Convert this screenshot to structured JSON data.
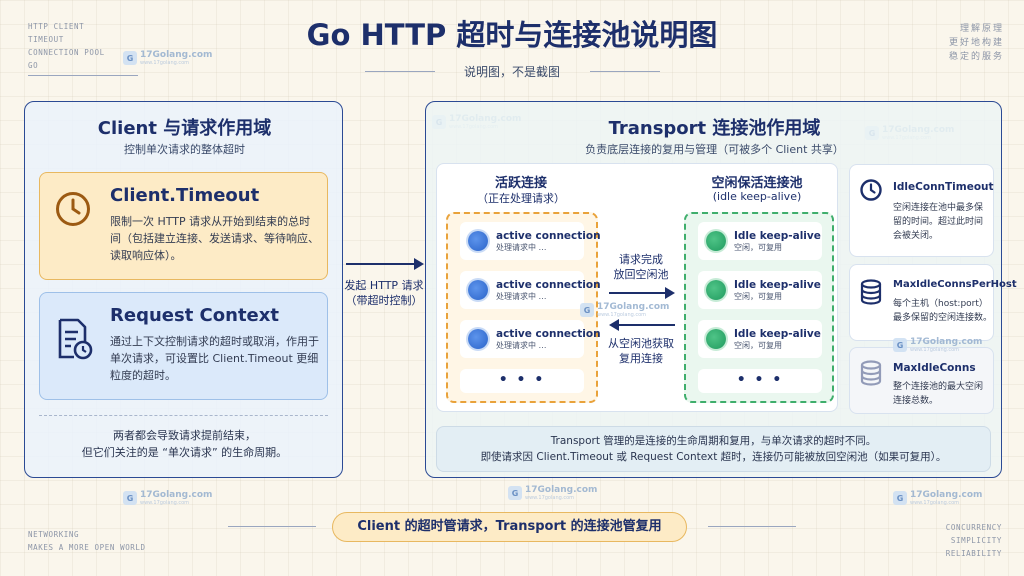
{
  "header": {
    "title": "Go HTTP 超时与连接池说明图",
    "subtitle": "说明图，不是截图",
    "corner_top_left": [
      "HTTP CLIENT",
      "TIMEOUT",
      "CONNECTION POOL",
      "GO"
    ],
    "corner_top_right": [
      "理解原理",
      "更好地构建",
      "稳定的服务"
    ]
  },
  "watermark": {
    "text": "17Golang.com",
    "subtext": "www.17golang.com"
  },
  "client_panel": {
    "title": "Client 与请求作用域",
    "subtitle": "控制单次请求的整体超时",
    "timeout_card": {
      "title": "Client.Timeout",
      "desc": "限制一次 HTTP 请求从开始到结束的总时间（包括建立连接、发送请求、等待响应、读取响应体）。",
      "icon": "clock-icon"
    },
    "context_card": {
      "title": "Request Context",
      "desc": "通过上下文控制请求的超时或取消，作用于单次请求，可设置比 Client.Timeout 更细粒度的超时。",
      "icon": "document-clock-icon"
    },
    "footer_line1": "两者都会导致请求提前结束，",
    "footer_line2": "但它们关注的是 “单次请求” 的生命周期。"
  },
  "between_arrow": {
    "line1": "发起 HTTP 请求",
    "line2": "（带超时控制）"
  },
  "transport_panel": {
    "title": "Transport 连接池作用域",
    "subtitle": "负责底层连接的复用与管理（可被多个 Client 共享）",
    "active": {
      "title": "活跃连接",
      "subtitle": "（正在处理请求）",
      "items": [
        {
          "title": "active connection",
          "sub": "处理请求中 …"
        },
        {
          "title": "active connection",
          "sub": "处理请求中 …"
        },
        {
          "title": "active connection",
          "sub": "处理请求中 …"
        }
      ],
      "more": "• • •"
    },
    "idle": {
      "title": "空闲保活连接池",
      "subtitle": "(idle keep-alive)",
      "items": [
        {
          "title": "Idle keep-alive",
          "sub": "空闲，可复用"
        },
        {
          "title": "Idle keep-alive",
          "sub": "空闲，可复用"
        },
        {
          "title": "Idle keep-alive",
          "sub": "空闲，可复用"
        }
      ],
      "more": "• • •"
    },
    "arrow_to_idle": {
      "line1": "请求完成",
      "line2": "放回空闲池"
    },
    "arrow_from_idle": {
      "line1": "从空闲池获取",
      "line2": "复用连接"
    },
    "params": [
      {
        "title": "IdleConnTimeout",
        "desc": "空闲连接在池中最多保留的时间。超过此时间会被关闭。",
        "icon": "clock-icon"
      },
      {
        "title": "MaxIdleConnsPerHost",
        "desc": "每个主机（host:port）最多保留的空闲连接数。",
        "icon": "database-icon"
      },
      {
        "title": "MaxIdleConns",
        "desc": "整个连接池的最大空闲连接总数。",
        "icon": "database-icon"
      }
    ],
    "note_line1": "Transport 管理的是连接的生命周期和复用，与单次请求的超时不同。",
    "note_line2": "即使请求因 Client.Timeout 或 Request Context 超时，连接仍可能被放回空闲池（如果可复用）。"
  },
  "footer": {
    "pill": "Client 的超时管请求，Transport 的连接池管复用",
    "corner_bottom_left": [
      "NETWORKING",
      "MAKES A MORE OPEN WORLD"
    ],
    "corner_bottom_right": [
      "CONCURRENCY",
      "SIMPLICITY",
      "RELIABILITY"
    ]
  },
  "colors": {
    "navy": "#1d2f6b",
    "panel_border": "#2b4a94",
    "timeout_card_bg": "#fdebc6",
    "timeout_card_border": "#e8b860",
    "active_border": "#e9a23a",
    "idle_border": "#3fae6c",
    "pill_bg": "#fdebc6"
  }
}
